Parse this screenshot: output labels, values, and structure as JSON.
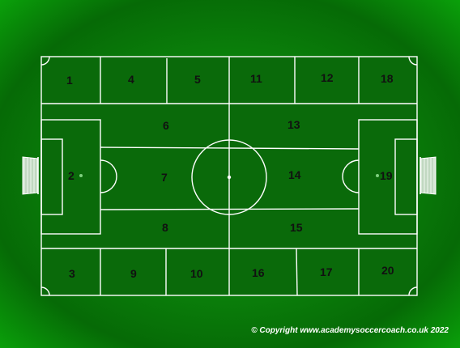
{
  "zones": [
    "1",
    "2",
    "3",
    "4",
    "5",
    "6",
    "7",
    "8",
    "9",
    "10",
    "11",
    "12",
    "13",
    "14",
    "15",
    "16",
    "17",
    "18",
    "19",
    "20"
  ],
  "copyright": "© Copyright www.academysoccercoach.co.uk 2022",
  "colors": {
    "pitch": "#0a6a0a",
    "lines": "#ffffff",
    "surround": "#0b8a0b",
    "goal_net": "#d8e8d8"
  }
}
